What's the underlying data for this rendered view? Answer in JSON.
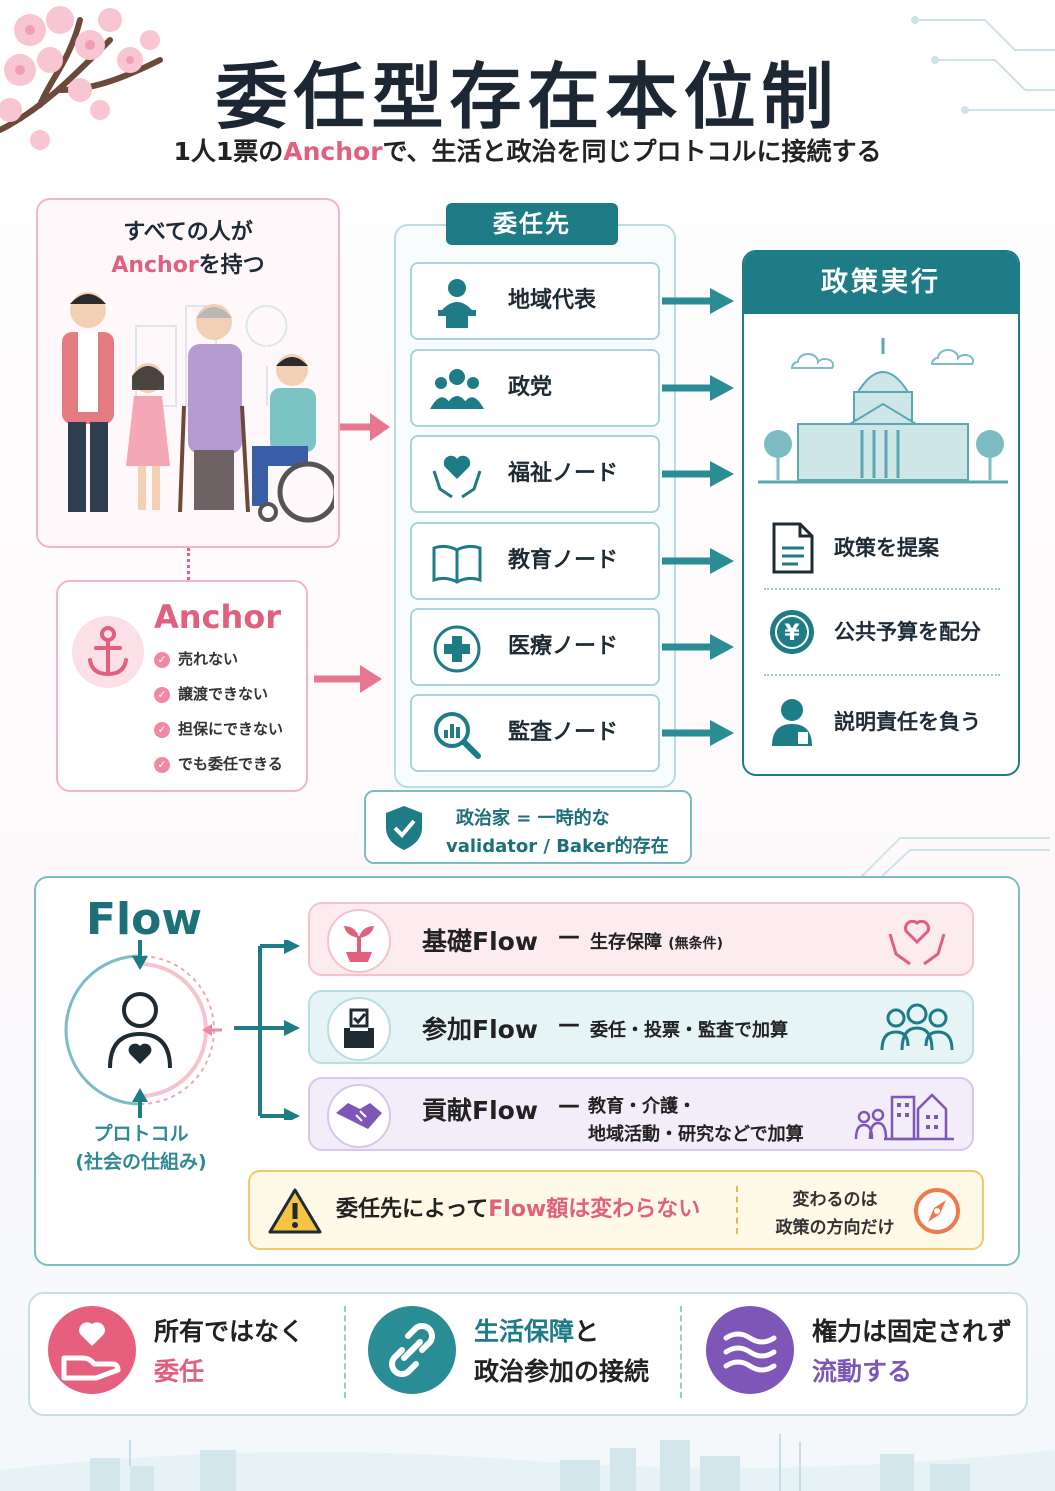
{
  "header": {
    "title": "委任型存在本位制",
    "subtitle_before": "1人1票の",
    "subtitle_accent": "Anchor",
    "subtitle_after": "で、生活と政治を同じプロトコルに接続する"
  },
  "people_panel": {
    "line1": "すべての人が",
    "line2_accent": "Anchor",
    "line2_rest": "を持つ"
  },
  "anchor": {
    "title": "Anchor",
    "properties": [
      "売れない",
      "譲渡できない",
      "担保にできない",
      "でも委任できる"
    ]
  },
  "delegates": {
    "header": "委任先",
    "nodes": [
      {
        "label": "地域代表",
        "icon": "podium-person-icon"
      },
      {
        "label": "政党",
        "icon": "group-icon"
      },
      {
        "label": "福祉ノード",
        "icon": "heart-hands-icon"
      },
      {
        "label": "教育ノード",
        "icon": "open-book-icon"
      },
      {
        "label": "医療ノード",
        "icon": "medical-cross-icon"
      },
      {
        "label": "監査ノード",
        "icon": "magnifier-chart-icon"
      }
    ],
    "validator_line1": "政治家 = 一時的な",
    "validator_line2": "validator / Baker的存在"
  },
  "policy": {
    "header": "政策実行",
    "items": [
      {
        "label": "政策を提案",
        "icon": "document-icon"
      },
      {
        "label": "公共予算を配分",
        "icon": "yen-coin-icon"
      },
      {
        "label": "説明責任を負う",
        "icon": "person-icon"
      }
    ]
  },
  "flow": {
    "title": "Flow",
    "protocol_line1": "プロトコル",
    "protocol_line2": "(社会の仕組み)",
    "cards": [
      {
        "name": "基礎Flow",
        "desc": "生存保障",
        "desc_small": "(無条件)",
        "color": "#f7e3e8"
      },
      {
        "name": "参加Flow",
        "desc": "委任・投票・監査で加算",
        "color": "#e3f1f2"
      },
      {
        "name": "貢献Flow",
        "desc_line1": "教育・介護・",
        "desc_line2": "地域活動・研究などで加算",
        "color": "#efe6f6"
      }
    ],
    "dash": "—",
    "note_before": "委任先によって",
    "note_accent": "Flow額は変わらない",
    "note_side_line1": "変わるのは",
    "note_side_line2": "政策の方向だけ"
  },
  "summary": {
    "items": [
      {
        "line1": "所有ではなく",
        "line2": "委任"
      },
      {
        "line1_accent": "生活保障",
        "line1_rest": "と",
        "line2": "政治参加の接続"
      },
      {
        "line1": "権力は固定されず",
        "line2": "流動する"
      }
    ]
  },
  "colors": {
    "teal": "#1d7c85",
    "pink": "#e0607e",
    "purple": "#7d56b8"
  }
}
